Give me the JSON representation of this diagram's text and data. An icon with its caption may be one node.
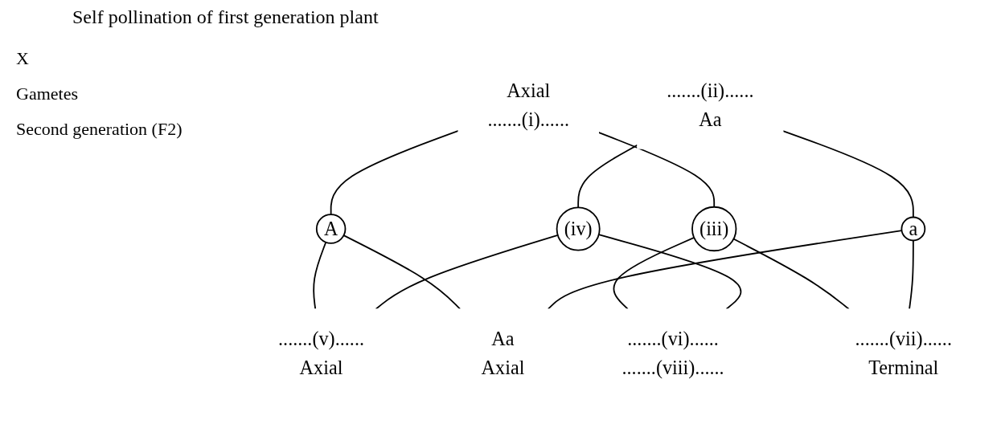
{
  "diagram": {
    "title": "Self pollination of first generation plant",
    "nodes": [
      {
        "text": [
          "Axial",
          ".......(i)......"
        ]
      },
      {
        "text": [
          ".......(ii)......",
          "Aa"
        ]
      },
      {
        "text": [
          "A"
        ]
      },
      {
        "text": [
          "(iii)"
        ]
      },
      {
        "text": [
          "(iv)"
        ]
      },
      {
        "text": [
          "a"
        ]
      },
      {
        "text": [
          ".......(v)......",
          "Axial"
        ]
      },
      {
        "text": [
          "Aa",
          "Axial"
        ]
      },
      {
        "text": [
          ".......(vi)......",
          ".......(viii)......"
        ]
      },
      {
        "text": [
          ".......(vii)......",
          "Terminal"
        ]
      }
    ],
    "edges": [
      {
        "from": 0,
        "to": 2,
        "arrow": "none"
      },
      {
        "from": 0,
        "to": 3,
        "arrow": "none"
      },
      {
        "from": 1,
        "to": 4,
        "arrow": "none"
      },
      {
        "from": 1,
        "to": 5,
        "arrow": "none"
      },
      {
        "from": 2,
        "to": 6,
        "arrow": "none"
      },
      {
        "from": 4,
        "to": 6,
        "arrow": "none"
      },
      {
        "from": 2,
        "to": 7,
        "arrow": "none"
      },
      {
        "from": 5,
        "to": 7,
        "arrow": "none"
      },
      {
        "from": 3,
        "to": 8,
        "arrow": "none"
      },
      {
        "from": 4,
        "to": 8,
        "arrow": "none"
      },
      {
        "from": 3,
        "to": 9,
        "arrow": "none"
      },
      {
        "from": 5,
        "to": 9,
        "arrow": "none"
      }
    ],
    "labels": [
      "X",
      "Gametes",
      "Second generation (F2)"
    ]
  }
}
